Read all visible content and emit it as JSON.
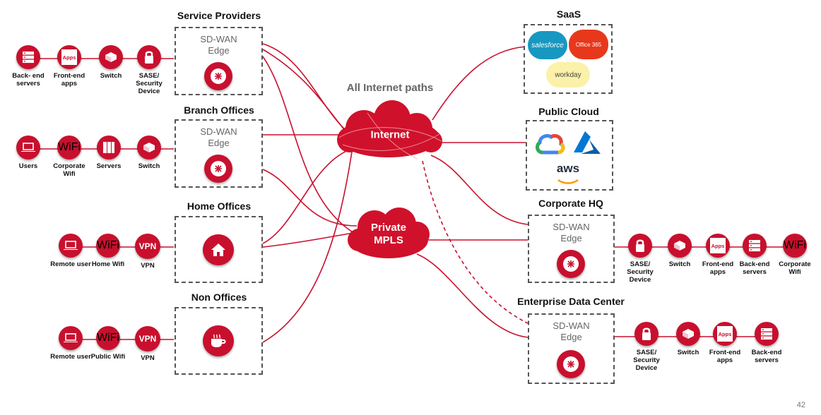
{
  "colors": {
    "accent": "#c8102e",
    "cloud": "#d0112b",
    "dashed": "#555555"
  },
  "page_number": "42",
  "paths_title": "All Internet paths",
  "clouds": {
    "internet": "Internet",
    "mpls_line1": "Private",
    "mpls_line2": "MPLS"
  },
  "edge_label_line1": "SD-WAN",
  "edge_label_line2": "Edge",
  "sections": {
    "service_providers": "Service Providers",
    "branch_offices": "Branch Offices",
    "home_offices": "Home Offices",
    "non_offices": "Non Offices",
    "saas": "SaaS",
    "public_cloud": "Public Cloud",
    "corporate_hq": "Corporate HQ",
    "enterprise_dc": "Enterprise Data Center"
  },
  "saas_logos": {
    "salesforce": "salesforce",
    "office": "Office 365",
    "workday": "workday"
  },
  "cloud_logos": {
    "aws": "aws"
  },
  "devices": {
    "sp": [
      {
        "label": "Back- end servers",
        "icon": "server-icon"
      },
      {
        "label": "Front-end apps",
        "icon": "apps-icon",
        "text": "Apps"
      },
      {
        "label": "Switch",
        "icon": "switch-icon"
      },
      {
        "label": "SASE/ Security Device",
        "icon": "lock-icon"
      }
    ],
    "branch": [
      {
        "label": "Users",
        "icon": "laptop-icon"
      },
      {
        "label": "Corporate Wifi",
        "icon": "wifi-icon",
        "text": "WiFi"
      },
      {
        "label": "Servers",
        "icon": "server-rack-icon"
      },
      {
        "label": "Switch",
        "icon": "switch-icon"
      }
    ],
    "home": [
      {
        "label": "Remote user",
        "icon": "laptop-icon"
      },
      {
        "label": "Home Wifi",
        "icon": "wifi-icon",
        "text": "WiFi"
      },
      {
        "label": "VPN",
        "icon": "vpn-icon",
        "text": "VPN"
      }
    ],
    "non": [
      {
        "label": "Remote user",
        "icon": "laptop-icon"
      },
      {
        "label": "Public Wifi",
        "icon": "wifi-icon",
        "text": "WiFi"
      },
      {
        "label": "VPN",
        "icon": "vpn-icon",
        "text": "VPN"
      }
    ],
    "hq": [
      {
        "label": "SASE/ Security Device",
        "icon": "lock-icon"
      },
      {
        "label": "Switch",
        "icon": "switch-icon"
      },
      {
        "label": "Front-end apps",
        "icon": "apps-icon",
        "text": "Apps"
      },
      {
        "label": "Back-end servers",
        "icon": "server-icon"
      },
      {
        "label": "Corporate Wifi",
        "icon": "wifi-icon",
        "text": "WiFi"
      }
    ],
    "dc": [
      {
        "label": "SASE/ Security Device",
        "icon": "lock-icon"
      },
      {
        "label": "Switch",
        "icon": "switch-icon"
      },
      {
        "label": "Front-end apps",
        "icon": "apps-icon",
        "text": "Apps"
      },
      {
        "label": "Back-end servers",
        "icon": "server-icon"
      }
    ]
  }
}
